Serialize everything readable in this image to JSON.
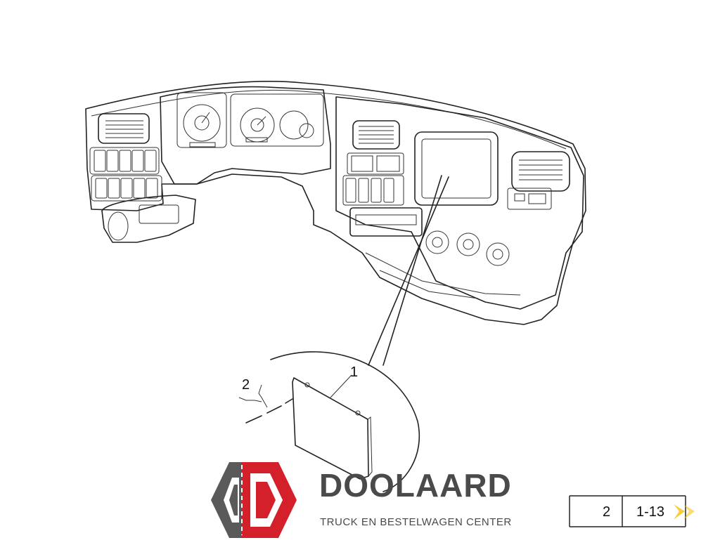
{
  "callouts": {
    "part_1": "1",
    "part_2": "2"
  },
  "brand": {
    "name": "DOOLAARD",
    "tagline": "TRUCK EN BESTELWAGEN CENTER",
    "logo_red": "#d4202a",
    "logo_grey": "#5a5a5a",
    "text_grey": "#4a4a4a"
  },
  "ref_box": {
    "sheet": "2",
    "code": "1-13",
    "watermark_accent": "#f5c518"
  }
}
